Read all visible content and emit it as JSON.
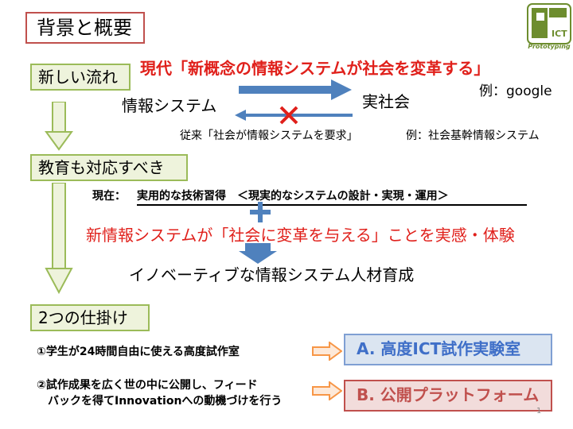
{
  "title": "背景と概要",
  "logo": {
    "text": "ICT",
    "sub": "Prototyping",
    "color": "#6d8d2e"
  },
  "section1": {
    "label": "新しい流れ",
    "headline": "現代「新概念の情報システムが社会を変革する」",
    "example1": "例：google",
    "left_term": "情報システム",
    "right_term": "実社会",
    "old_relation": "従来「社会が情報システムを要求」",
    "example2": "例：社会基幹情報システム"
  },
  "section2": {
    "label": "教育も対応すべき",
    "current": "現在：",
    "current_detail": "実用的な技術習得　＜現実的なシステムの設計・実現・運用＞",
    "new_goal": "新情報システムが「社会に変革を与える」ことを実感・体験",
    "result": "イノベーティブな情報システム人材育成"
  },
  "section3": {
    "label": "2つの仕掛け",
    "item1": "①学生が24時間自由に使える高度試作室",
    "box1": "A. 高度ICT試作実験室",
    "item2_line1": "②試作成果を広く世の中に公開し、フィード",
    "item2_line2": "バックを得てInnovationへの動機づけを行う",
    "box2": "B. 公開プラットフォーム"
  },
  "page_number": "1",
  "colors": {
    "accent_red": "#e0201b",
    "green": "#9bbb59",
    "blue": "#4f81bd",
    "orange": "#f79646"
  }
}
